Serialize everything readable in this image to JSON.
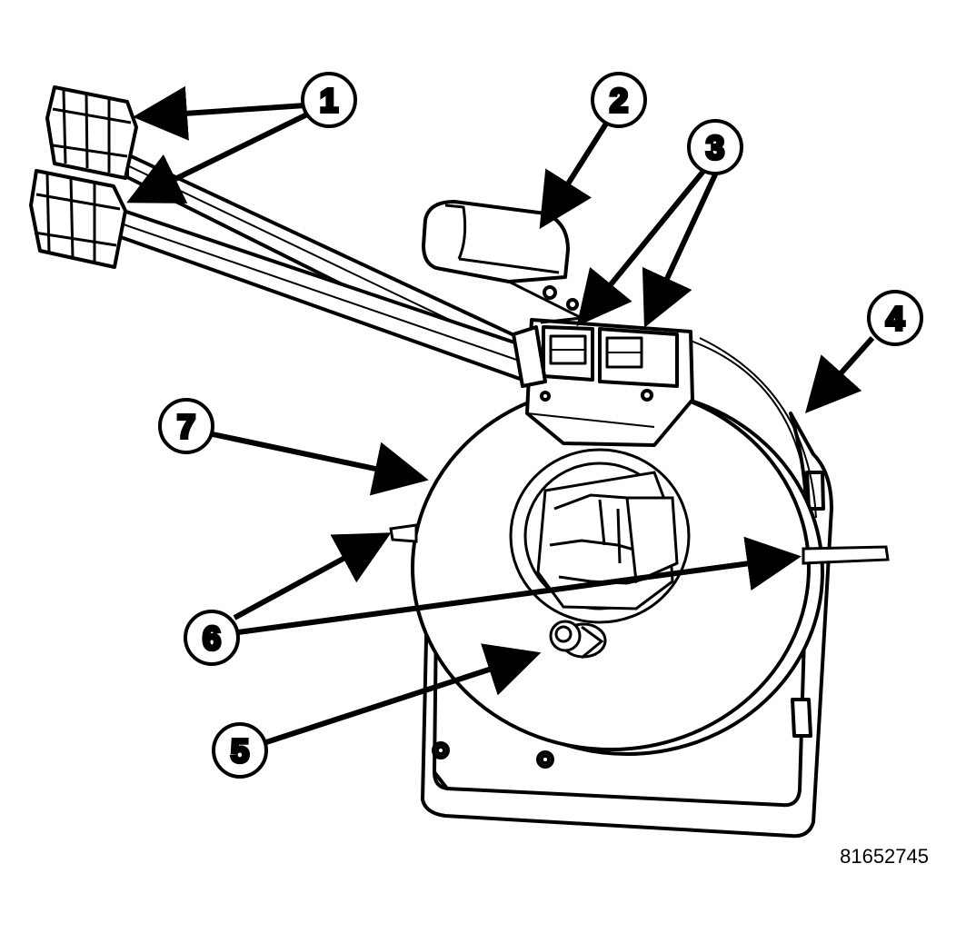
{
  "diagram": {
    "figure_id": "81652745",
    "callouts": [
      {
        "number": "1"
      },
      {
        "number": "2"
      },
      {
        "number": "3"
      },
      {
        "number": "4"
      },
      {
        "number": "5"
      },
      {
        "number": "6"
      },
      {
        "number": "7"
      }
    ]
  },
  "colors": {
    "line": "#000000",
    "fill": "#ffffff"
  }
}
